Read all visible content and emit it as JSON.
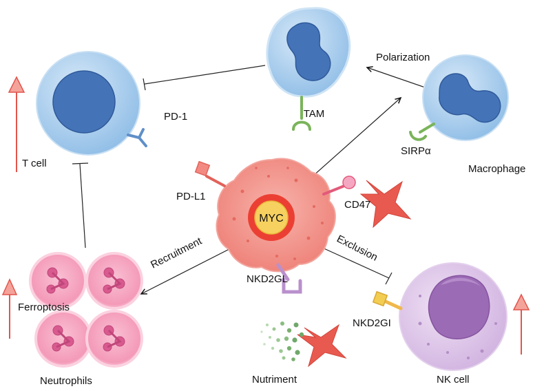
{
  "labels": {
    "tam": "TAM",
    "polarization": "Polarization",
    "pd1": "PD-1",
    "t_cell": "T cell",
    "sirpa": "SIRPα",
    "macrophage": "Macrophage",
    "pdl1": "PD-L1",
    "cd47": "CD47",
    "myc": "MYC",
    "recruitment": "Recruitment",
    "exclusion": "Exclusion",
    "nkd2gl": "NKD2GL",
    "ferroptosis": "Ferroptosis",
    "nkd2gi": "NKD2GI",
    "nutriment": "Nutriment",
    "neutrophils": "Neutrophils",
    "nk_cell": "NK cell"
  },
  "colors": {
    "t_cell_fill": "#a9cdee",
    "nucleus_blue": "#3f6fb3",
    "tumor": "#f08c84",
    "myc_core": "#f6d160",
    "neutrophil": "#f49ab8",
    "nk_fill": "#dcc3e8",
    "nk_nucleus": "#9b6bb5",
    "up_arrow": "#e2544c",
    "x_mark": "#e85a4f",
    "nutrient_dots": "#6fa86a",
    "receptor_green": "#8ab86a"
  },
  "icons": [
    "up-arrow-icon",
    "cross-mark-icon",
    "inhibition-bar-icon"
  ]
}
